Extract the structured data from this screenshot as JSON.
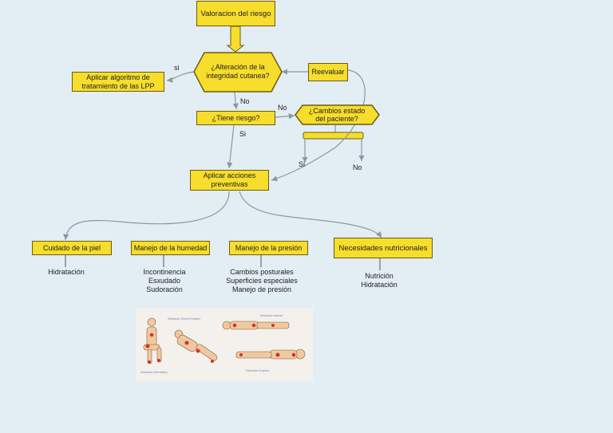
{
  "nodes": {
    "valoracion": "Valoracion del riesgo",
    "alteracion": [
      "¿Alteración de la",
      "integridad cutanea?"
    ],
    "algoritmo": [
      "Aplicar algoritmo de",
      "tratamiento de las LPP"
    ],
    "reevaluar": "Reevaluar",
    "tiene_riesgo": "¿Tiene riesgo?",
    "cambios_estado": [
      "¿Cambios estado",
      "del paciente?"
    ],
    "acciones": [
      "Aplicar acciones",
      "preventivas"
    ],
    "cuidado_piel": "Cuidado de la piel",
    "humedad": "Manejo de la humedad",
    "presion": "Manejo de la presión",
    "nutricionales": "Necesidades nutricionales"
  },
  "edge_labels": {
    "si_algoritmo": "si",
    "no_riesgo": "No",
    "no_cambios": "No",
    "si_acciones": "Si",
    "si_cambios": "Si",
    "no_branch": "No"
  },
  "details": {
    "cuidado_piel": [
      "Hidratación"
    ],
    "humedad": [
      "Incontinencia",
      "Esxudado",
      "Sudoración"
    ],
    "presion": [
      "Cambios posturales",
      "Superficies especiales",
      "Manejo de presión"
    ],
    "nutricionales": [
      "Nutrición",
      "Hidratación"
    ]
  },
  "image_captions": {
    "top_left": "Sentado (Sentado)",
    "top_mid": "Sentado (Semi-Fowler)",
    "top_right": "Decúbito lateral",
    "bottom_right": "Decúbito Supino"
  },
  "colors": {
    "node_fill": "#f7dd2c",
    "node_border": "#6b5d10",
    "connector": "#8d97a0",
    "background": "#e3edf4"
  }
}
